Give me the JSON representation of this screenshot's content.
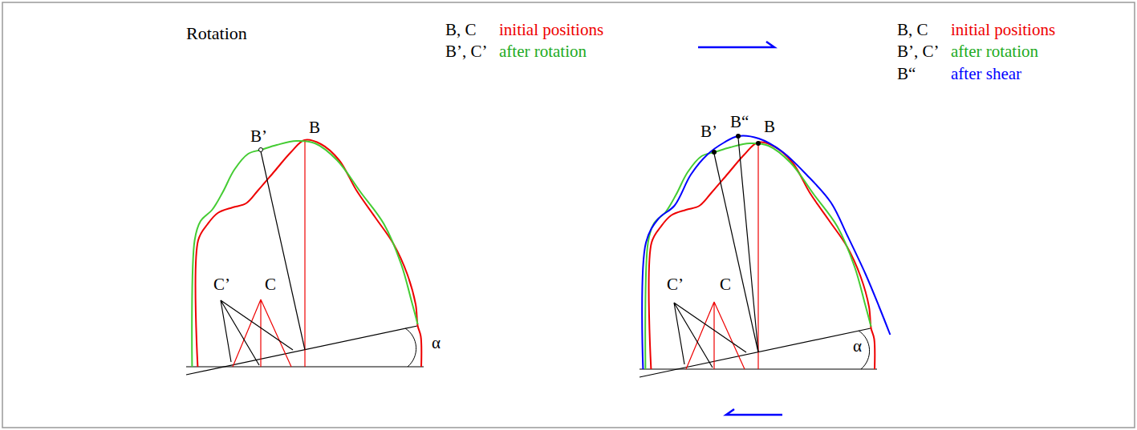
{
  "diagram": {
    "title": "Rotation",
    "labels": [
      "B’",
      "B",
      "C’",
      "C",
      "α",
      "B, C",
      "initial positions",
      "B’, C’",
      "after rotation",
      "B’",
      "B“",
      "B",
      "C’",
      "C",
      "α",
      "B, C",
      "initial positions",
      "B’, C’",
      "after rotation",
      "B“",
      "after shear"
    ]
  }
}
